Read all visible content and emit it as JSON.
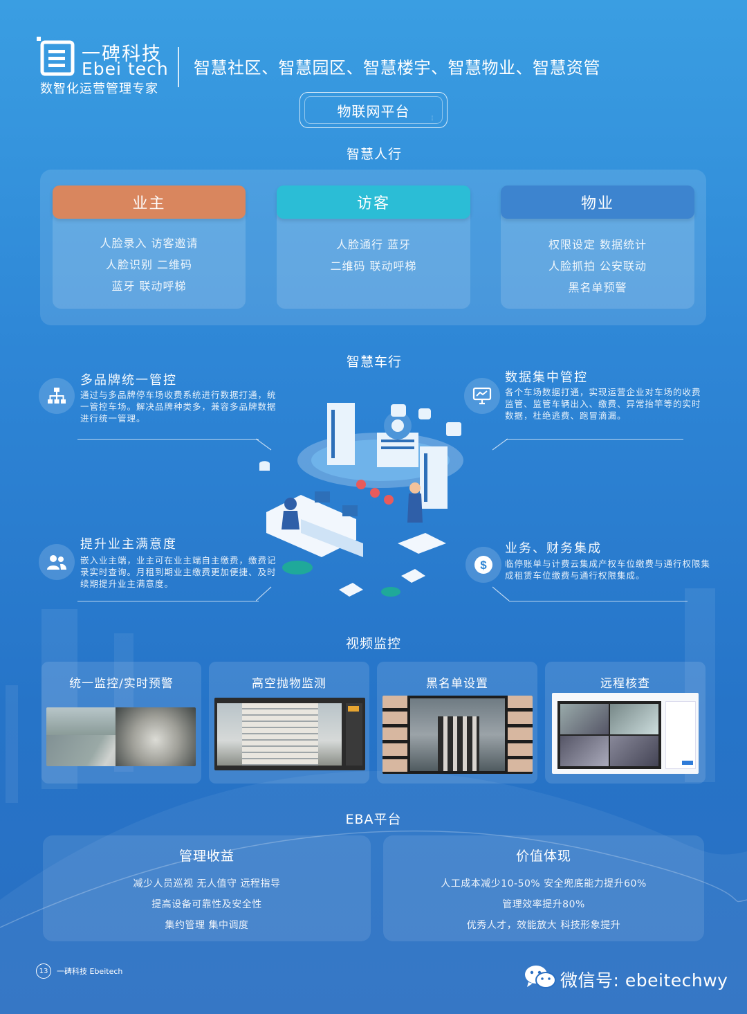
{
  "header": {
    "brand_cn": "一碑科技",
    "brand_en": "Ebei tech",
    "tagline": "数智化运营管理专家",
    "slogan": "智慧社区、智慧园区、智慧楼宇、智慧物业、智慧资管",
    "platform": "物联网平台"
  },
  "access": {
    "title": "智慧人行",
    "roles": [
      {
        "name": "业主",
        "color": "#d9865e",
        "lines": [
          "人脸录入    访客邀请",
          "人脸识别    二维码",
          "蓝牙        联动呼梯"
        ]
      },
      {
        "name": "访客",
        "color": "#2bbdd6",
        "lines": [
          "人脸通行    蓝牙",
          "二维码    联动呼梯"
        ]
      },
      {
        "name": "物业",
        "color": "#3d84cf",
        "lines": [
          "权限设定  数据统计",
          "人脸抓拍  公安联动",
          "黑名单预警"
        ]
      }
    ]
  },
  "parking": {
    "title": "智慧车行",
    "features": [
      {
        "title": "多品牌统一管控",
        "desc": "通过与多品牌停车场收费系统进行数据打通，统一管控车场。解决品牌种类多，兼容多品牌数据进行统一管理。",
        "icon": "org-chart-icon"
      },
      {
        "title": "数据集中管控",
        "desc": "各个车场数据打通，实现运营企业对车场的收费监管、监管车辆出入、缴费、异常抬竿等的实时数据，杜绝逃费、跑冒滴漏。",
        "icon": "monitor-chart-icon"
      },
      {
        "title": "提升业主满意度",
        "desc": "嵌入业主端，业主可在业主端自主缴费，缴费记录实时查询。月租到期业主缴费更加便捷、及时续期提升业主满意度。",
        "icon": "users-icon"
      },
      {
        "title": "业务、财务集成",
        "desc": "临停账单与计费云集成产权车位缴费与通行权限集成租赁车位缴费与通行权限集成。",
        "icon": "dollar-icon"
      }
    ]
  },
  "video": {
    "title": "视频监控",
    "items": [
      "统一监控/实时预警",
      "高空抛物监测",
      "黑名单设置",
      "远程核查"
    ]
  },
  "eba": {
    "title": "EBA平台",
    "left": {
      "head": "管理收益",
      "lines": [
        "减少人员巡视    无人值守    远程指导",
        "提高设备可靠性及安全性",
        "集约管理    集中调度"
      ]
    },
    "right": {
      "head": "价值体现",
      "lines": [
        "人工成本减少10-50%    安全兜底能力提升60%",
        "管理效率提升80%",
        "优秀人才，效能放大        科技形象提升"
      ]
    }
  },
  "footer": {
    "page": "13",
    "brand": "一碑科技  Ebeitech",
    "wechat": "微信号: ebeitechwy"
  }
}
